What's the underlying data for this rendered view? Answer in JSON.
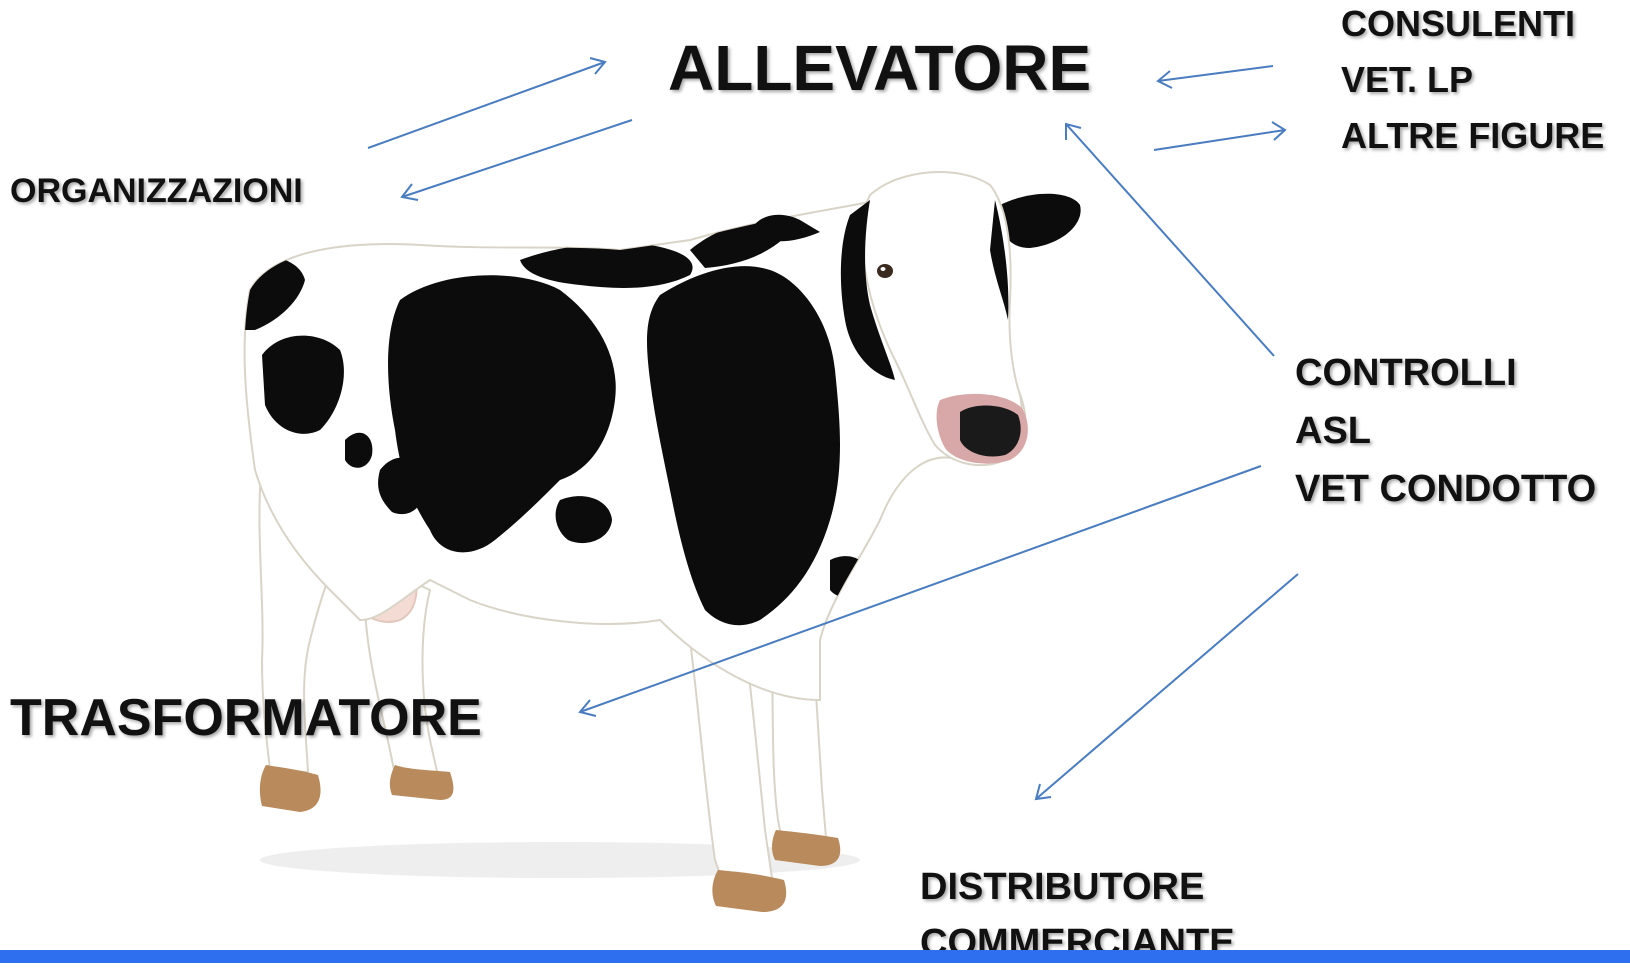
{
  "nodes": {
    "allevatore": "ALLEVATORE",
    "organizzazioni": "ORGANIZZAZIONI",
    "consulenti": [
      "CONSULENTI",
      "VET. LP",
      "ALTRE FIGURE"
    ],
    "controlli": [
      "CONTROLLI",
      "ASL",
      "VET CONDOTTO"
    ],
    "trasformatore": "TRASFORMATORE",
    "distributore": [
      "DISTRIBUTORE",
      "COMMERCIANTE"
    ]
  },
  "colors": {
    "arrow": "#4a7cc0",
    "text": "#111111",
    "bottom_bar": "#2e6ff0",
    "cow_black": "#0c0c0c",
    "cow_white": "#ffffff",
    "hoof": "#b88a5c",
    "nose": "#d8a8a8"
  }
}
